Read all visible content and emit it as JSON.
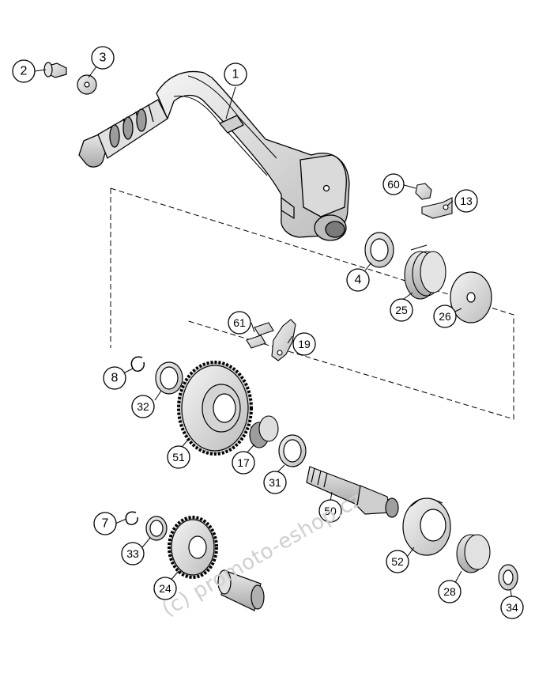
{
  "diagram": {
    "watermark": "(c) promoto-eshop.cz",
    "callouts": [
      {
        "id": "c1",
        "label": "1"
      },
      {
        "id": "c2",
        "label": "2"
      },
      {
        "id": "c3",
        "label": "3"
      },
      {
        "id": "c60",
        "label": "60"
      },
      {
        "id": "c13",
        "label": "13"
      },
      {
        "id": "c4",
        "label": "4"
      },
      {
        "id": "c25",
        "label": "25"
      },
      {
        "id": "c26",
        "label": "26"
      },
      {
        "id": "c61",
        "label": "61"
      },
      {
        "id": "c19",
        "label": "19"
      },
      {
        "id": "c8",
        "label": "8"
      },
      {
        "id": "c32",
        "label": "32"
      },
      {
        "id": "c51",
        "label": "51"
      },
      {
        "id": "c17",
        "label": "17"
      },
      {
        "id": "c31",
        "label": "31"
      },
      {
        "id": "c50",
        "label": "50"
      },
      {
        "id": "c7",
        "label": "7"
      },
      {
        "id": "c33",
        "label": "33"
      },
      {
        "id": "c24",
        "label": "24"
      },
      {
        "id": "c52",
        "label": "52"
      },
      {
        "id": "c28",
        "label": "28"
      },
      {
        "id": "c34",
        "label": "34"
      }
    ]
  }
}
